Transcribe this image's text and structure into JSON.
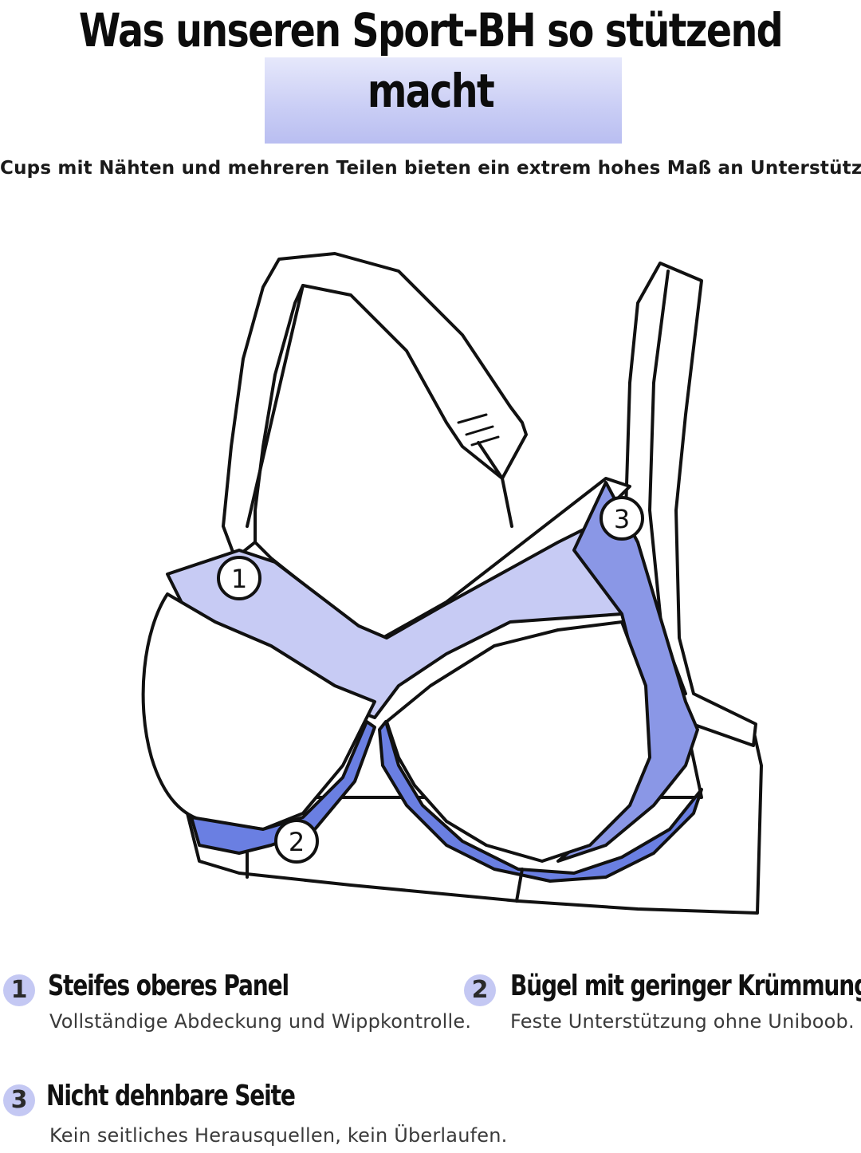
{
  "header": {
    "title_line1": "Was unseren Sport-BH so stützend",
    "title_line2": "macht",
    "subtitle": "Cups mit Nähten und mehreren Teilen bieten ein extrem hohes Maß an Unterstützung"
  },
  "illustration": {
    "callouts": [
      "1",
      "2",
      "3"
    ],
    "colors": {
      "outline": "#111111",
      "panel_light": "#c7cbf4",
      "panel_mid": "#8a97e6",
      "underwire_blue": "#6a7fe2",
      "fabric": "#ffffff"
    }
  },
  "features": [
    {
      "number": "1",
      "title": "Steifes oberes Panel",
      "description": "Vollständige Abdeckung und Wippkontrolle."
    },
    {
      "number": "2",
      "title": "Bügel mit geringer Krümmung",
      "description": "Feste Unterstützung ohne Uniboob."
    },
    {
      "number": "3",
      "title": "Nicht dehnbare Seite",
      "description": "Kein seitliches Herausquellen, kein Überlaufen."
    }
  ],
  "badge_color": "#c4c8f3"
}
